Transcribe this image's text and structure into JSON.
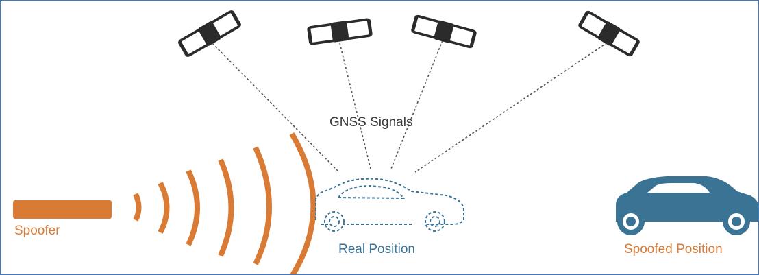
{
  "labels": {
    "gnss_signals": "GNSS Signals",
    "spoofer": "Spoofer",
    "real_position": "Real Position",
    "spoofed_position": "Spoofed Position"
  },
  "colors": {
    "orange": "#d97a35",
    "blue": "#3b7395",
    "dark": "#2b2b2b",
    "border": "#3f78c4"
  },
  "icons": {
    "satellites": [
      "satellite-icon",
      "satellite-icon",
      "satellite-icon",
      "satellite-icon"
    ],
    "real_car": "car-outline-icon",
    "spoofed_car": "car-icon",
    "spoofer": "spoofer-transmitter-icon"
  }
}
